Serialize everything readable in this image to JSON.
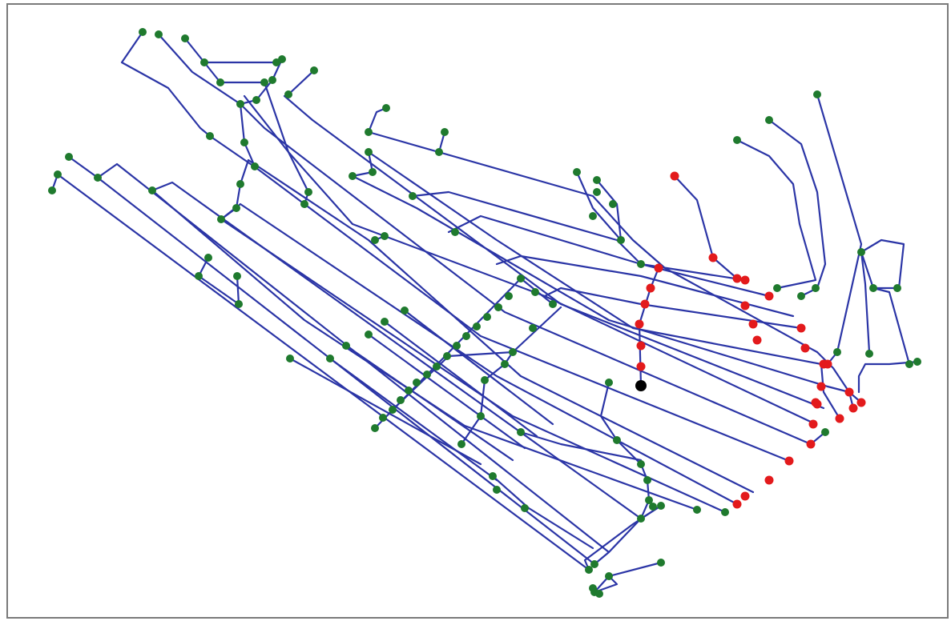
{
  "figure": {
    "kind": "network graph",
    "colors": {
      "edge": "#2b35a6",
      "node_default": "#1f7a2e",
      "node_highlight": "#e31a1c",
      "node_source": "#000000",
      "frame": "#7a7a7a",
      "background": "#ffffff"
    },
    "node_groups": [
      "default",
      "highlight",
      "source"
    ]
  }
}
